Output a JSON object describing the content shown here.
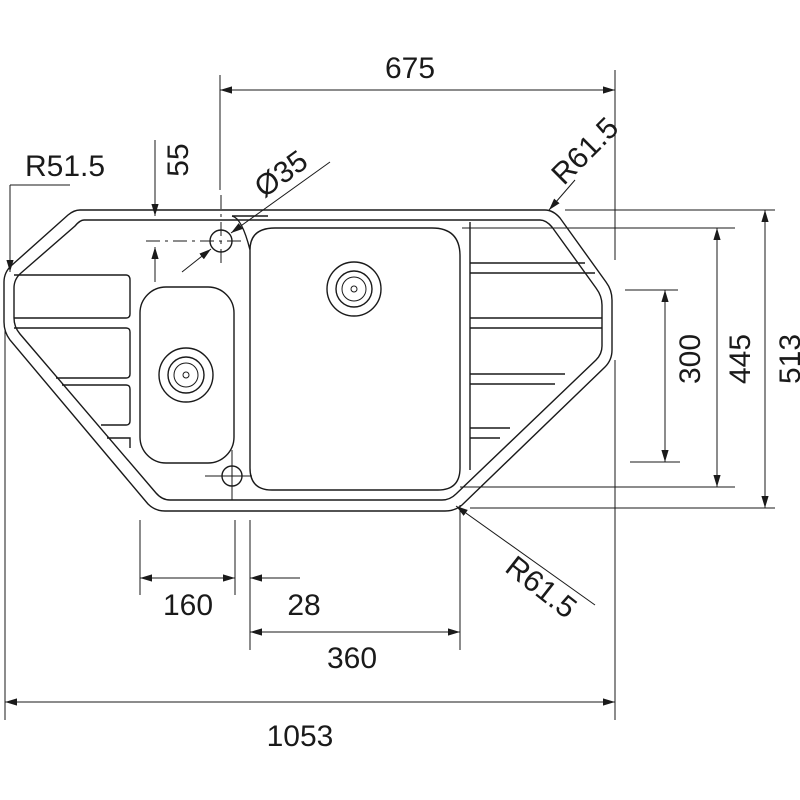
{
  "title": "Corner sink technical drawing",
  "dimensions": {
    "top_width": "675",
    "overall_width": "1053",
    "big_bowl_width": "360",
    "small_bowl_width": "160",
    "bowl_gap": "28",
    "overall_depth": "513",
    "bowl_depth": "445",
    "side_depth": "300",
    "tap_offset": "55",
    "tap_hole": "Ø35",
    "radius_left": "R51.5",
    "radius_top_right": "R61.5",
    "radius_bottom": "R61.5"
  },
  "colors": {
    "line": "#1a1a1a",
    "background": "#ffffff"
  }
}
